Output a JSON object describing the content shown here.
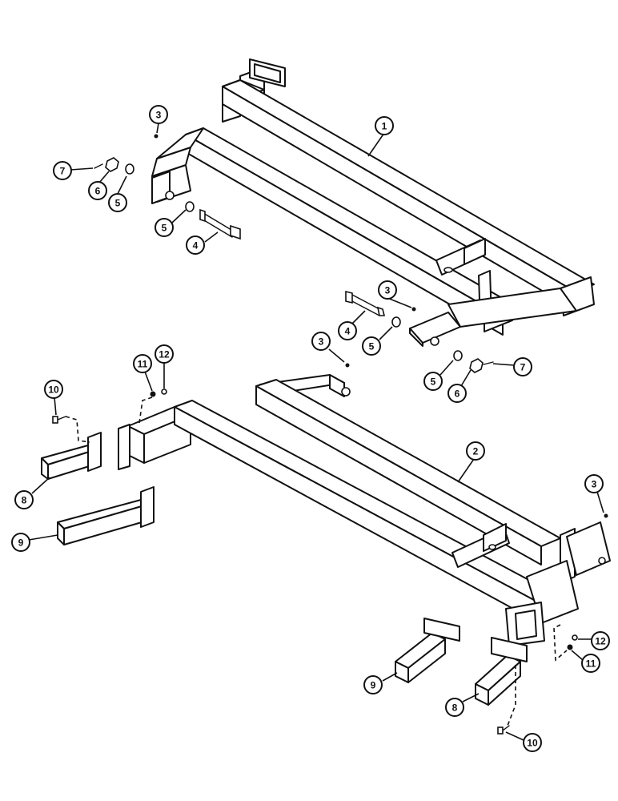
{
  "diagram": {
    "callouts": [
      {
        "id": "c1",
        "label": "1"
      },
      {
        "id": "c2",
        "label": "2"
      },
      {
        "id": "c3a",
        "label": "3"
      },
      {
        "id": "c3b",
        "label": "3"
      },
      {
        "id": "c3c",
        "label": "3"
      },
      {
        "id": "c3d",
        "label": "3"
      },
      {
        "id": "c4a",
        "label": "4"
      },
      {
        "id": "c4b",
        "label": "4"
      },
      {
        "id": "c5a",
        "label": "5"
      },
      {
        "id": "c5b",
        "label": "5"
      },
      {
        "id": "c5c",
        "label": "5"
      },
      {
        "id": "c5d",
        "label": "5"
      },
      {
        "id": "c6a",
        "label": "6"
      },
      {
        "id": "c6b",
        "label": "6"
      },
      {
        "id": "c7a",
        "label": "7"
      },
      {
        "id": "c7b",
        "label": "7"
      },
      {
        "id": "c8a",
        "label": "8"
      },
      {
        "id": "c8b",
        "label": "8"
      },
      {
        "id": "c9a",
        "label": "9"
      },
      {
        "id": "c9b",
        "label": "9"
      },
      {
        "id": "c10a",
        "label": "10"
      },
      {
        "id": "c10b",
        "label": "10"
      },
      {
        "id": "c11a",
        "label": "11"
      },
      {
        "id": "c11b",
        "label": "11"
      },
      {
        "id": "c12a",
        "label": "12"
      },
      {
        "id": "c12b",
        "label": "12"
      }
    ]
  }
}
